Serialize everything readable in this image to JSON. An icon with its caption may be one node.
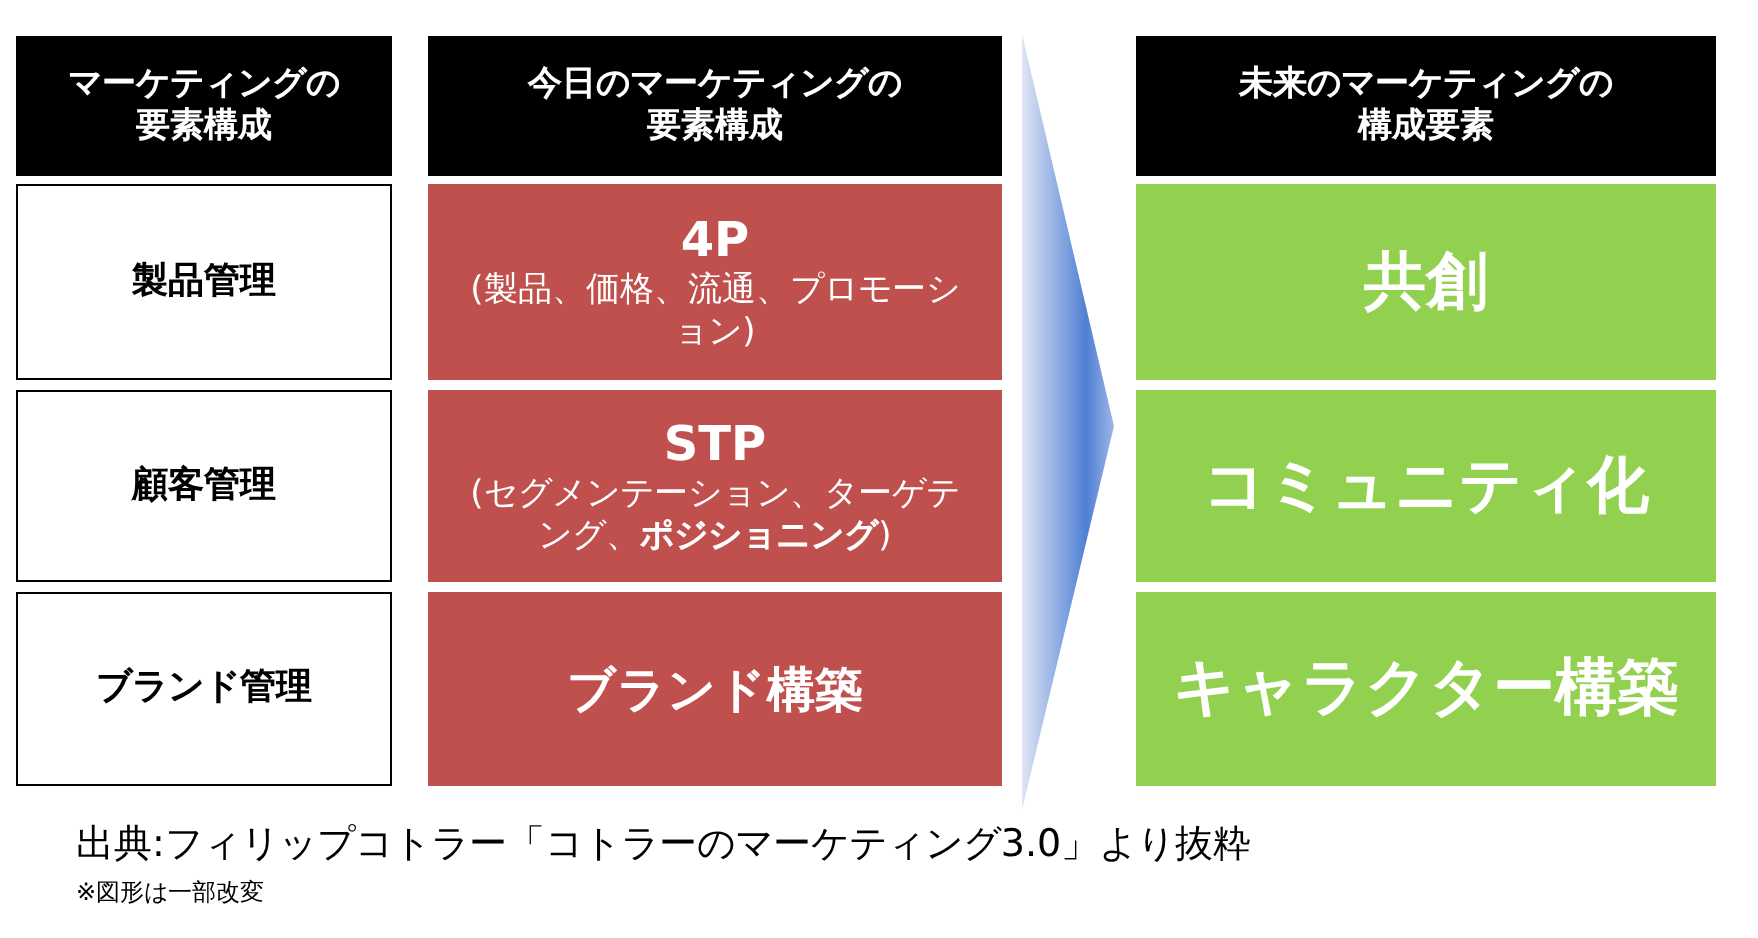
{
  "diagram": {
    "nodes": [
      {
        "text": [
          "マーケティングの要素構成"
        ]
      },
      {
        "text": [
          "今日のマーケティングの要素構成"
        ]
      },
      {
        "text": [
          "未来のマーケティングの構成要素"
        ]
      },
      {
        "text": [
          "製品管理"
        ]
      },
      {
        "text": [
          "4P",
          "(製品、価格、流通、プロモーション)"
        ]
      },
      {
        "text": [
          "共創"
        ]
      },
      {
        "text": [
          "顧客管理"
        ]
      },
      {
        "text": [
          "STP",
          "(セグメンテーション、ターゲテング、**ポジショニング**)"
        ]
      },
      {
        "text": [
          "コミュニティ化"
        ]
      },
      {
        "text": [
          "ブランド管理"
        ]
      },
      {
        "text": [
          "ブランド構築"
        ]
      },
      {
        "text": [
          "キャラクター構築"
        ]
      },
      {
        "text": [],
        "shape": "chevron"
      }
    ],
    "labels": [
      "出典:フィリップコトラー「コトラーのマーケティング3.0」より抜粋",
      "※図形は一部改変"
    ]
  }
}
